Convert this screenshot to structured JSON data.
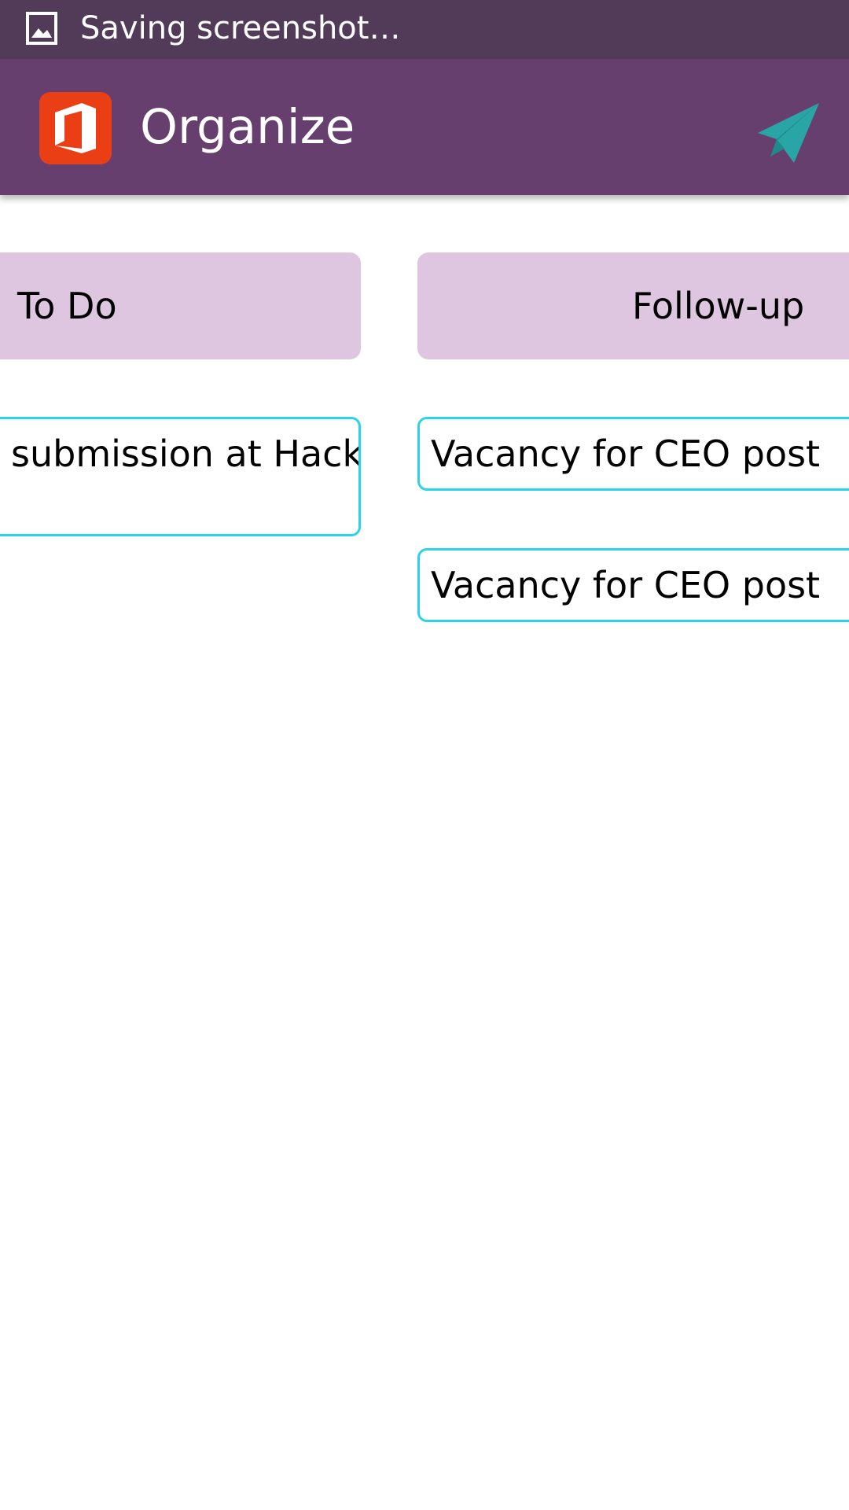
{
  "status_bar": {
    "icon": "screenshot-icon",
    "text": "Saving screenshot…"
  },
  "app_bar": {
    "logo_icon": "office-logo-icon",
    "title": "Organize",
    "send_icon": "paper-plane-icon",
    "background": "#673f6f",
    "send_color": "#2aa5a6"
  },
  "columns": [
    {
      "title": "To Do",
      "cards": [
        {
          "text": "submission at Hack"
        }
      ]
    },
    {
      "title": "Follow-up",
      "cards": [
        {
          "text": "Vacancy for CEO post"
        },
        {
          "text": "Vacancy for CEO post"
        }
      ]
    }
  ],
  "colors": {
    "status_bar": "#513b59",
    "column_header": "#dec6e0",
    "card_border": "#29d3e8",
    "office_logo": "#ea3e15"
  }
}
